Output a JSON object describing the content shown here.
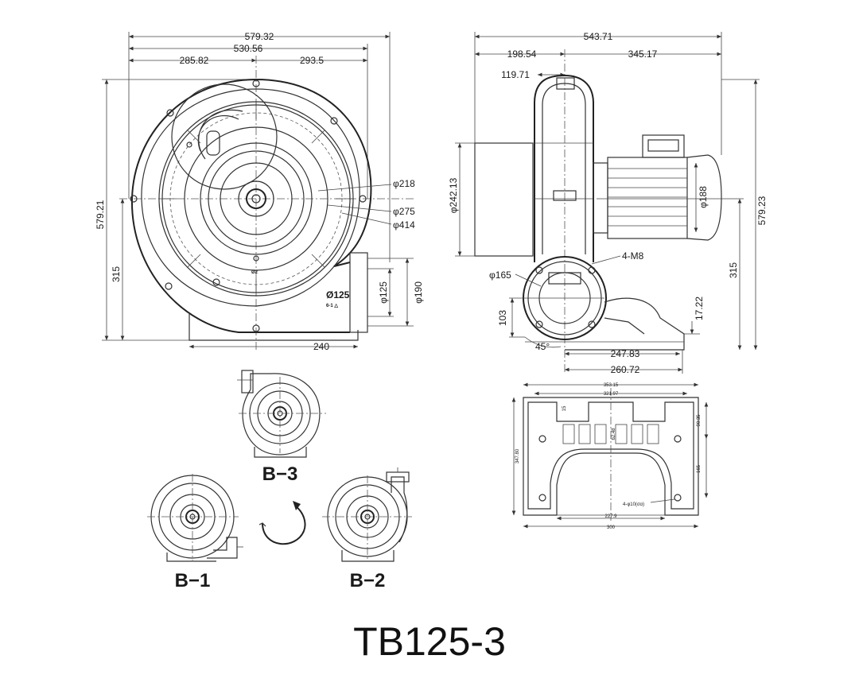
{
  "model": "TB125-3",
  "front_view": {
    "dims": {
      "overall_width": "579.32",
      "frame_width": "530.56",
      "left_part": "285.82",
      "right_part": "293.5",
      "overall_height": "579.21",
      "center_height": "315",
      "d_inner": "φ218",
      "d_mid": "φ275",
      "d_outer": "φ414",
      "base_width": "240",
      "outlet_inner": "φ125",
      "outlet_outer": "φ190",
      "outlet_label": "Ø125",
      "outlet_note": "6-1 △",
      "center_mark": "Ø2"
    }
  },
  "side_view": {
    "dims": {
      "overall_length": "543.71",
      "seg_a": "198.54",
      "seg_b": "345.17",
      "seg_c": "119.71",
      "flange_height": "φ242.13",
      "motor_dia": "φ188",
      "overall_height": "579.23",
      "center_height": "315",
      "bolt": "4-M8",
      "inlet_dia": "φ165",
      "base_offset": "103",
      "foot_height": "17.22",
      "angle": "45°",
      "base_len_1": "247.83",
      "base_len_2": "260.72"
    }
  },
  "base_plan": {
    "dims": {
      "top_1": "353.15",
      "top_2": "321.97",
      "right_1": "90.35",
      "right_2": "165",
      "left": "347.80",
      "center_v": "62.48",
      "bottom_1": "227.9",
      "bottom_2": "300",
      "holes": "4-φ10(σα)",
      "small_v": "15"
    }
  },
  "variants": {
    "b3": "B−3",
    "b1": "B−1",
    "b2": "B−2"
  }
}
